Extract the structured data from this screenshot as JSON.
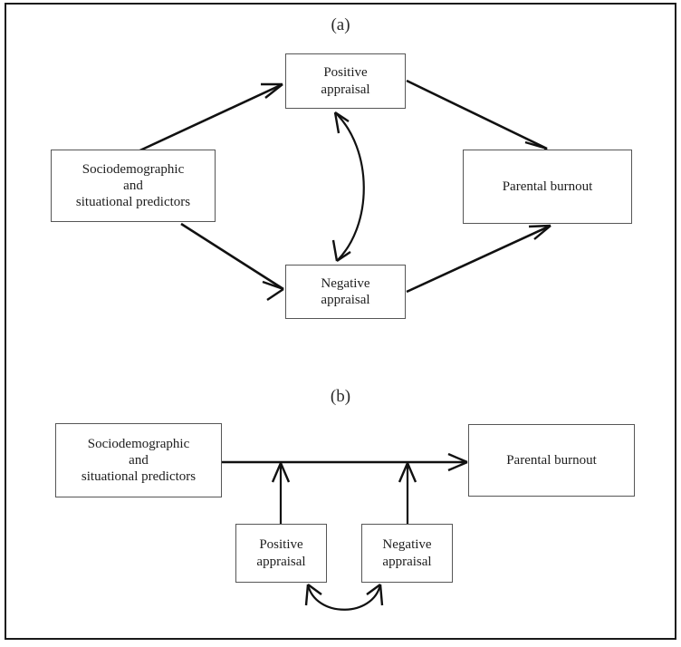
{
  "figure": {
    "background_color": "#ffffff",
    "frame_color": "#1a1a1a",
    "box_border_color": "#565656",
    "arrow_color": "#111111"
  },
  "panels": [
    {
      "id": "a",
      "label": "(a)",
      "description": "Mediation model: sociodemographic and situational predictors influence parental burnout through positive and negative appraisal",
      "nodes": [
        {
          "id": "a-predictors",
          "text": "Sociodemographic\nand\nsituational predictors"
        },
        {
          "id": "a-positive",
          "text": "Positive\nappraisal"
        },
        {
          "id": "a-negative",
          "text": "Negative\nappraisal"
        },
        {
          "id": "a-burnout",
          "text": "Parental burnout"
        }
      ],
      "edges": [
        {
          "from": "a-predictors",
          "to": "a-positive",
          "type": "straight-arrow"
        },
        {
          "from": "a-predictors",
          "to": "a-negative",
          "type": "straight-arrow"
        },
        {
          "from": "a-positive",
          "to": "a-burnout",
          "type": "straight-arrow"
        },
        {
          "from": "a-negative",
          "to": "a-burnout",
          "type": "straight-arrow"
        },
        {
          "from": "a-positive",
          "to": "a-negative",
          "type": "curved-double-arrow"
        }
      ]
    },
    {
      "id": "b",
      "label": "(b)",
      "description": "Moderation model: positive and negative appraisal moderate the path from predictors to parental burnout",
      "nodes": [
        {
          "id": "b-predictors",
          "text": "Sociodemographic\nand\nsituational predictors"
        },
        {
          "id": "b-burnout",
          "text": "Parental burnout"
        },
        {
          "id": "b-positive",
          "text": "Positive\nappraisal"
        },
        {
          "id": "b-negative",
          "text": "Negative\nappraisal"
        }
      ],
      "edges": [
        {
          "from": "b-predictors",
          "to": "b-burnout",
          "type": "straight-arrow"
        },
        {
          "from": "b-positive",
          "to": "b-path",
          "type": "moderator-arrow"
        },
        {
          "from": "b-negative",
          "to": "b-path",
          "type": "moderator-arrow"
        },
        {
          "from": "b-positive",
          "to": "b-negative",
          "type": "curved-double-arrow"
        }
      ]
    }
  ]
}
